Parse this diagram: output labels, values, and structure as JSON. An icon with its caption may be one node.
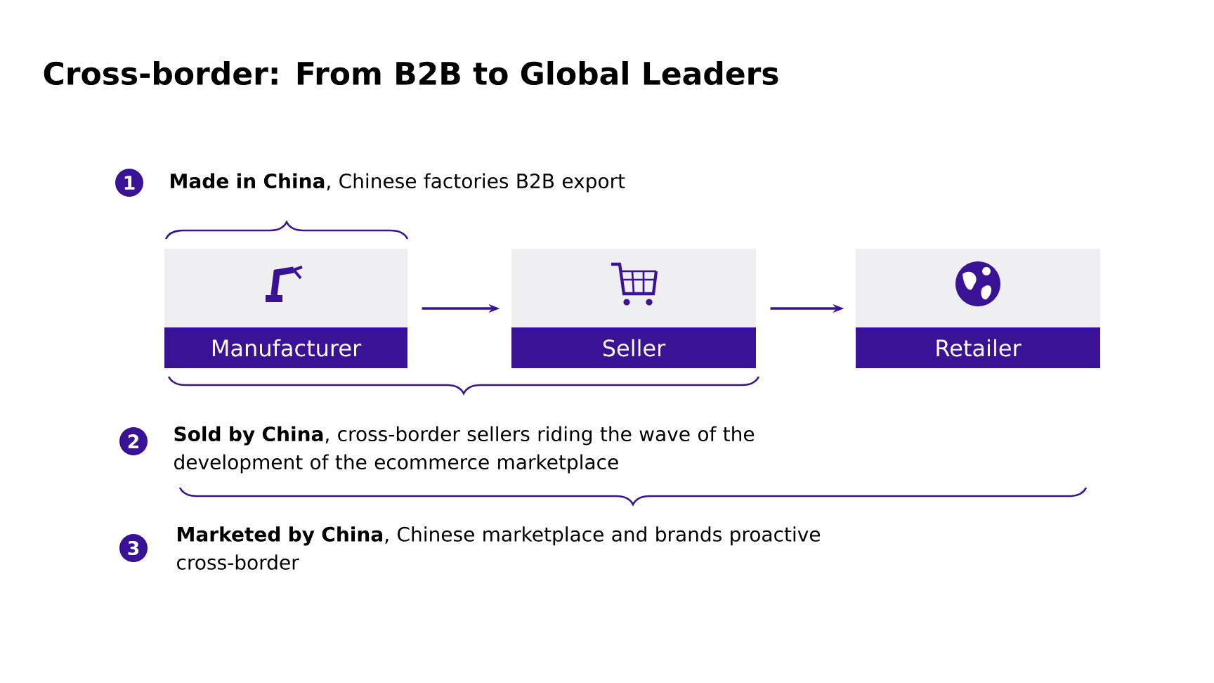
{
  "diagram": {
    "title": "Cross-border: From B2B to Global Leaders",
    "nodes": [
      {
        "text": [
          "1"
        ],
        "beside": [
          "**Made in China**, Chinese factories B2B export"
        ]
      },
      {
        "text": [
          "Manufacturer"
        ]
      },
      {
        "text": [
          "Seller"
        ]
      },
      {
        "text": [
          "Retailer"
        ]
      },
      {
        "text": [
          "2"
        ],
        "beside": [
          "**Sold by China**, cross-border sellers riding the wave of the development of the ecommerce marketplace"
        ]
      },
      {
        "text": [
          "3"
        ],
        "beside": [
          "**Marketed by China**, Chinese marketplace and brands proactive cross-border"
        ]
      }
    ],
    "edges": [
      {
        "from": 1,
        "to": 2,
        "arrow": "to"
      },
      {
        "from": 2,
        "to": 3,
        "arrow": "to"
      }
    ]
  }
}
